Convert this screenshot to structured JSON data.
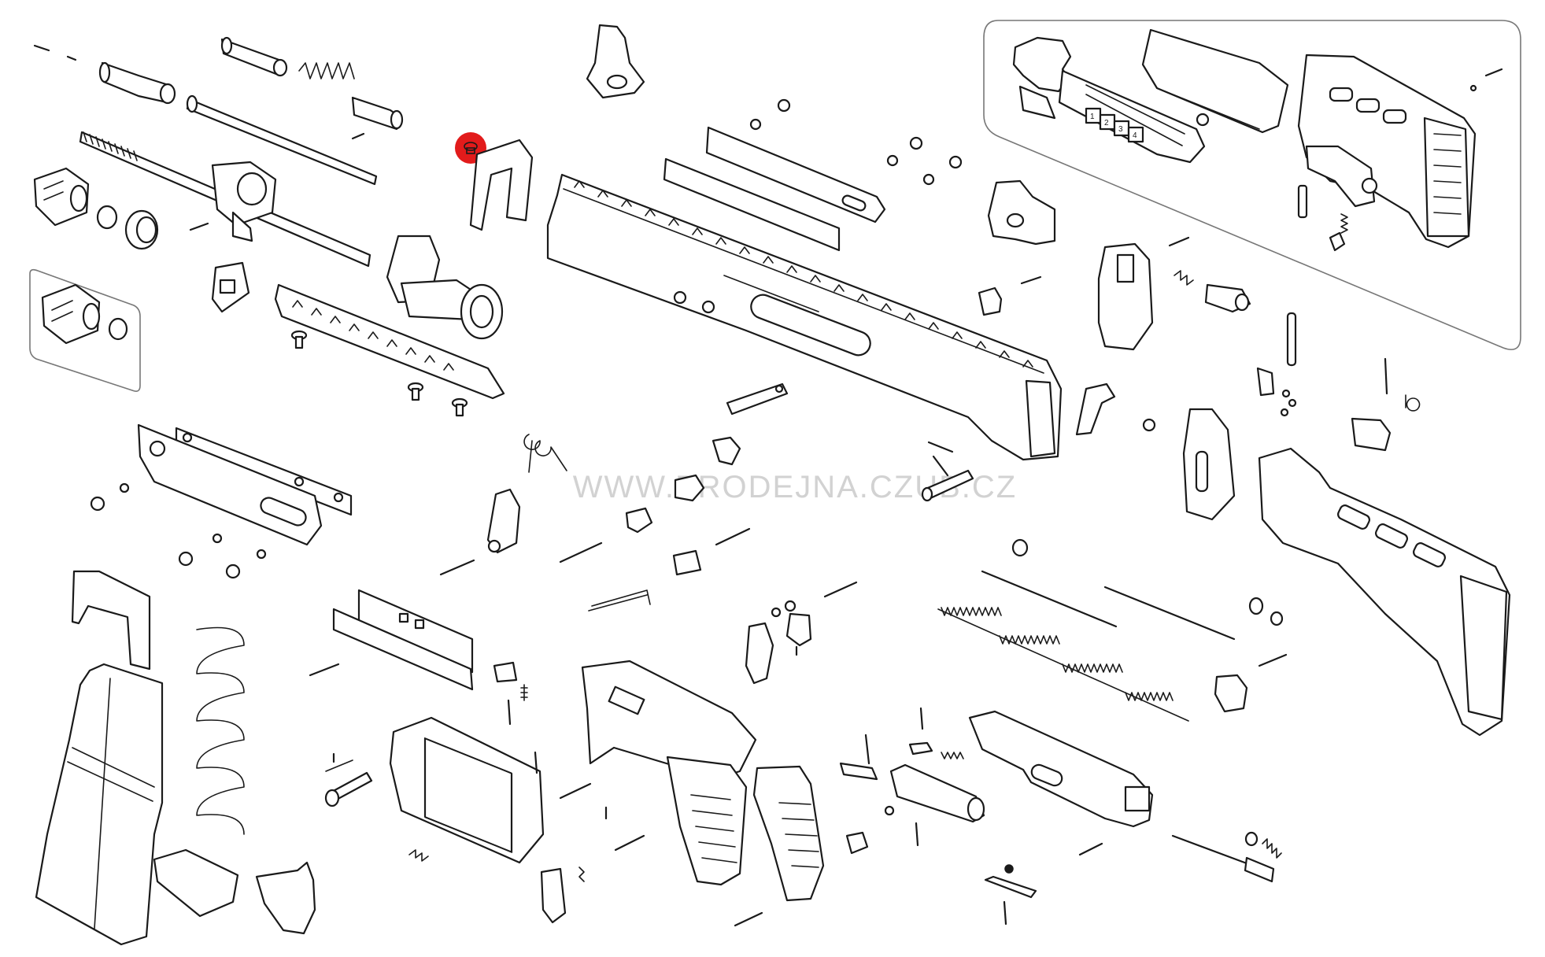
{
  "watermark": {
    "text": "WWW.PRODEJNA.CZUB.CZ",
    "color": "#d2d2d2"
  },
  "highlight": {
    "color": "#e21b1b",
    "part": "selected-screw"
  },
  "stock_scale_marks": [
    "1",
    "2",
    "3",
    "4"
  ],
  "colors": {
    "line": "#1a1a1a",
    "panel_border": "#777777",
    "background": "#ffffff"
  }
}
